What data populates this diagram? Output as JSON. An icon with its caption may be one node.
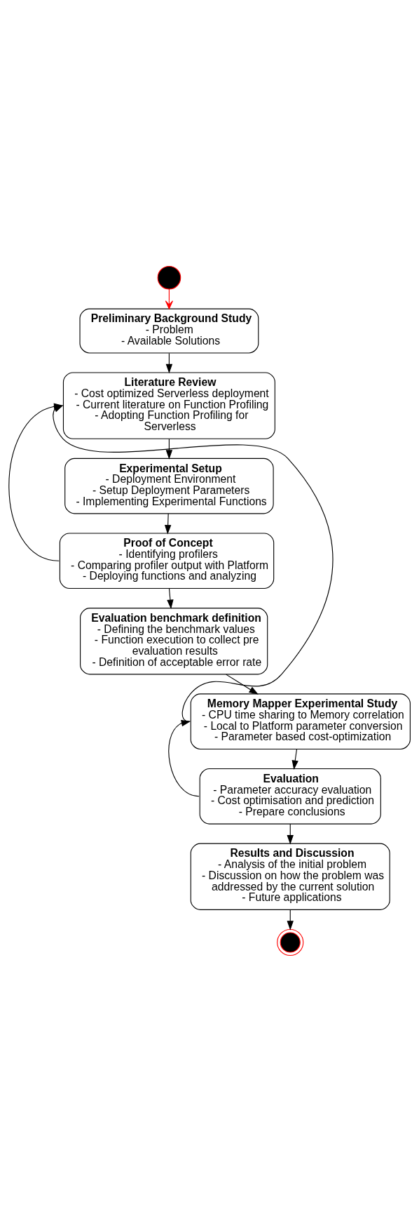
{
  "diagram": {
    "nodes": [
      {
        "text": [],
        "shape": "circle"
      },
      {
        "text": [
          "Preliminary Background Study",
          "- Problem",
          "- Available Solutions"
        ]
      },
      {
        "text": [
          "Literature Review",
          "- Cost optimized Serverless deployment",
          "- Current literature on Function Profiling",
          "- Adopting Function Profiling for Serverless"
        ]
      },
      {
        "text": [
          "Experimental Setup",
          "- Deployment Environment",
          "- Setup Deployment Parameters",
          "- Implementing Experimental Functions"
        ]
      },
      {
        "text": [
          "Proof of Concept",
          "- Identifying profilers",
          "- Comparing profiler output with Platform",
          "- Deploying functions and analyzing"
        ]
      },
      {
        "text": [
          "Evaluation benchmark definition",
          "- Defining the benchmark values",
          "- Function execution to collect pre evaluation results",
          "- Definition of acceptable error rate"
        ]
      },
      {
        "text": [
          "Memory Mapper Experimental Study",
          "- CPU time sharing to Memory correlation",
          "- Local to Platform parameter conversion",
          "- Parameter based cost-optimization"
        ]
      },
      {
        "text": [
          "Evaluation",
          "- Parameter accuracy evaluation",
          "- Cost optimisation and prediction",
          "- Prepare conclusions"
        ]
      },
      {
        "text": [
          "Results and Discussion",
          "- Analysis of the initial problem",
          "- Discussion on how the problem was addressed by the current solution",
          "- Future applications"
        ]
      },
      {
        "text": [],
        "shape": "circle"
      }
    ],
    "edges": [
      {
        "from": 0,
        "to": 1,
        "arrow": "to",
        "color": "#ff0000"
      },
      {
        "from": 1,
        "to": 2,
        "arrow": "to"
      },
      {
        "from": 2,
        "to": 3,
        "arrow": "to"
      },
      {
        "from": 3,
        "to": 4,
        "arrow": "to"
      },
      {
        "from": 4,
        "to": 2,
        "arrow": "to"
      },
      {
        "from": 4,
        "to": 5,
        "arrow": "to"
      },
      {
        "from": 5,
        "to": 6,
        "arrow": "to"
      },
      {
        "from": 6,
        "to": 2,
        "arrow": "to"
      },
      {
        "from": 6,
        "to": 7,
        "arrow": "to"
      },
      {
        "from": 7,
        "to": 6,
        "arrow": "to"
      },
      {
        "from": 7,
        "to": 8,
        "arrow": "to"
      },
      {
        "from": 8,
        "to": 9,
        "arrow": "to"
      }
    ]
  }
}
